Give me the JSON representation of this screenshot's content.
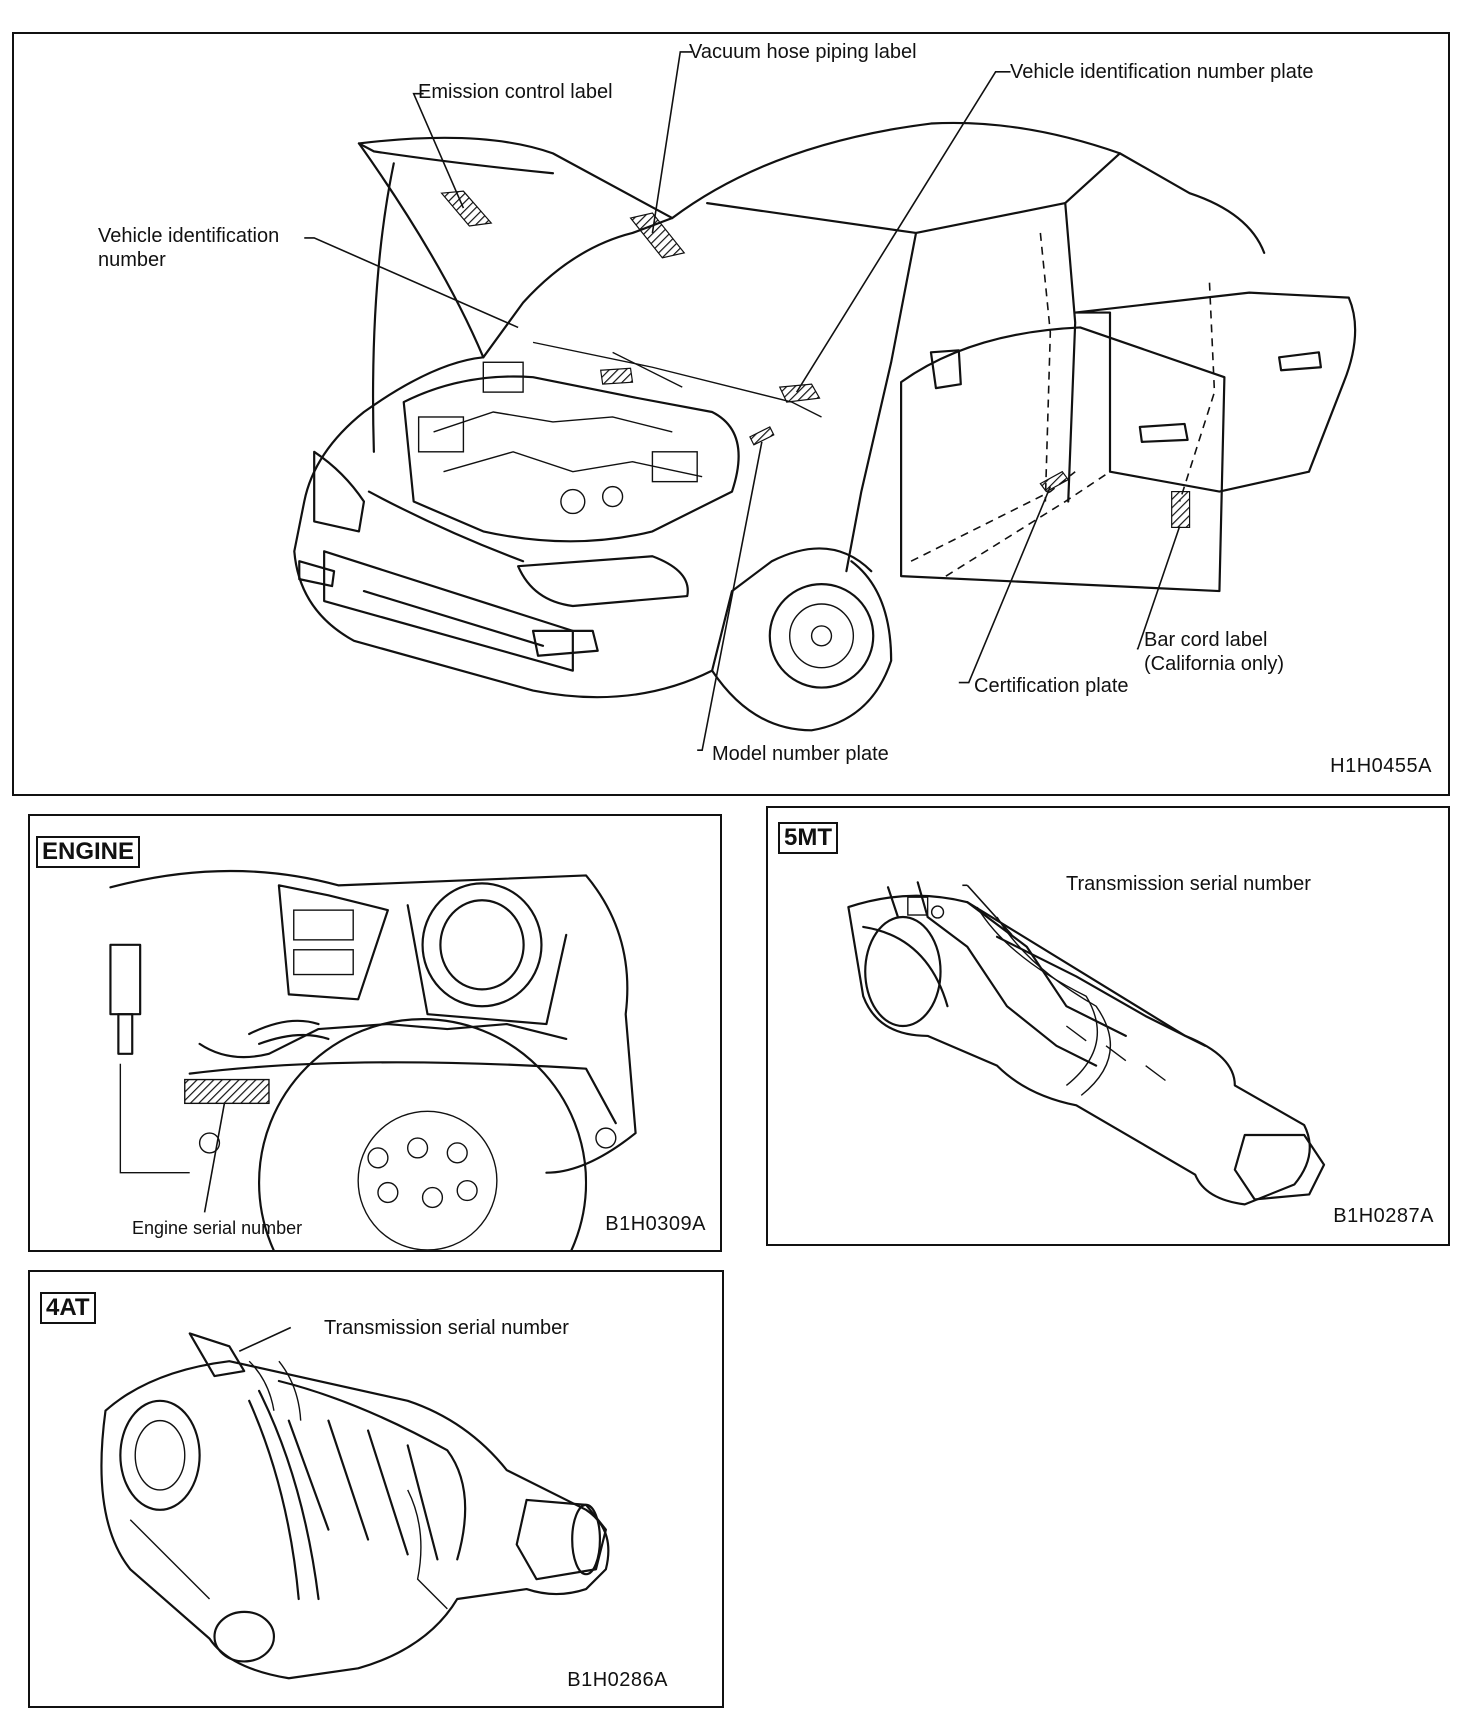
{
  "main_figure": {
    "code": "H1H0455A",
    "labels": {
      "emission": "Emission control label",
      "vacuum": "Vacuum hose piping label",
      "vin_plate": "Vehicle identification number plate",
      "vin_line1": "Vehicle identification",
      "vin_line2": "number",
      "barcode_line1": "Bar cord label",
      "barcode_line2": "(California only)",
      "certification": "Certification plate",
      "model_plate": "Model number plate"
    }
  },
  "engine_figure": {
    "tag": "ENGINE",
    "code": "B1H0309A",
    "label": "Engine serial number"
  },
  "mt_figure": {
    "tag": "5MT",
    "code": "B1H0287A",
    "label": "Transmission serial number"
  },
  "at_figure": {
    "tag": "4AT",
    "code": "B1H0286A",
    "label": "Transmission serial number"
  }
}
